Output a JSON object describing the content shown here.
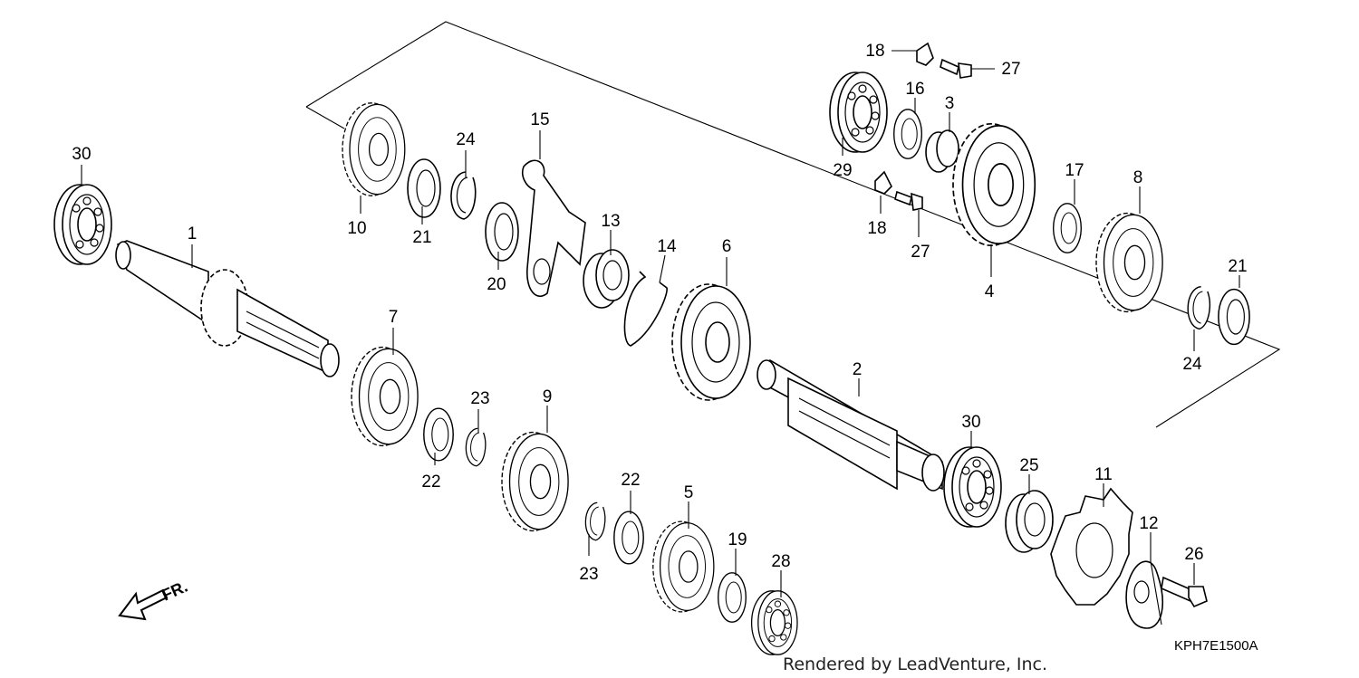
{
  "callouts": {
    "c30a": "30",
    "c1": "1",
    "c10": "10",
    "c21a": "21",
    "c24a": "24",
    "c20": "20",
    "c15": "15",
    "c13": "13",
    "c14": "14",
    "c6": "6",
    "c7": "7",
    "c22a": "22",
    "c23a": "23",
    "c9": "9",
    "c22b": "22",
    "c23b": "23",
    "c5": "5",
    "c19": "19",
    "c28": "28",
    "c18a": "18",
    "c27a": "27",
    "c16": "16",
    "c3": "3",
    "c29": "29",
    "c18b": "18",
    "c27b": "27",
    "c4": "4",
    "c17": "17",
    "c8": "8",
    "c21b": "21",
    "c24b": "24",
    "c2": "2",
    "c30b": "30",
    "c25": "25",
    "c11": "11",
    "c12": "12",
    "c26": "26"
  },
  "front_indicator": "FR.",
  "diagram_code": "KPH7E1500A",
  "credit": "Rendered by LeadVenture, Inc."
}
